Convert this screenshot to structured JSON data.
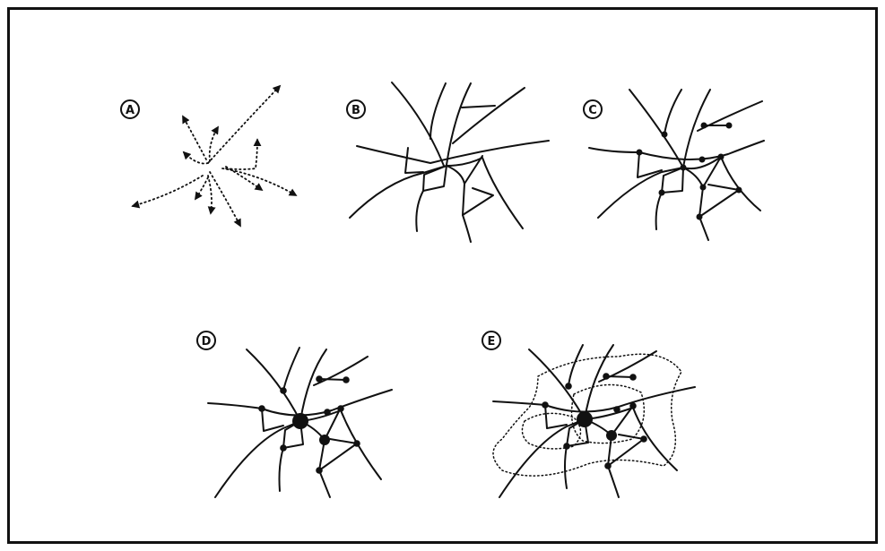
{
  "panels": [
    {
      "id": "a",
      "label": "A"
    },
    {
      "id": "b",
      "label": "B"
    },
    {
      "id": "c",
      "label": "C"
    },
    {
      "id": "d",
      "label": "D"
    },
    {
      "id": "e",
      "label": "E"
    }
  ],
  "colors": {
    "ink": "#111111",
    "background": "#ffffff"
  }
}
